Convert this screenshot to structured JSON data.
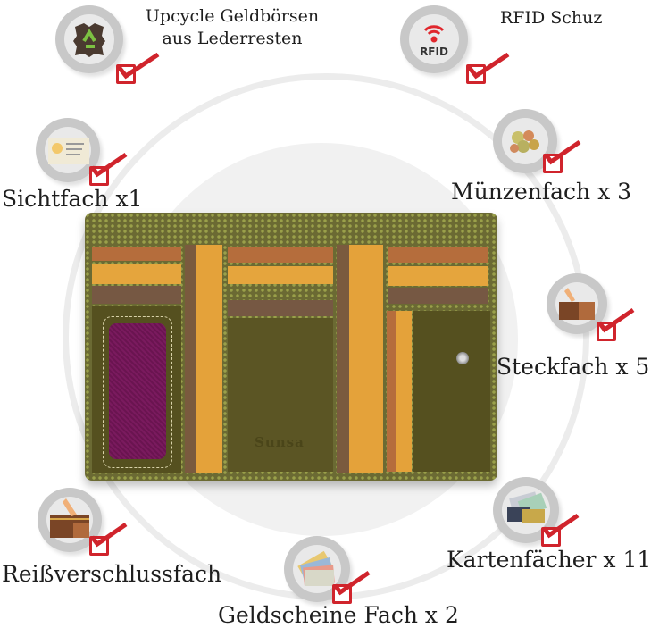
{
  "features": [
    {
      "id": "upcycle",
      "label_lines": [
        "Upcycle Geldbörsen",
        "aus Lederresten"
      ],
      "icon": "leather-recycle-icon"
    },
    {
      "id": "rfid",
      "label": "RFID Schuz",
      "icon": "rfid-icon",
      "icon_text": "RFID"
    },
    {
      "id": "sichtfach",
      "label": "Sichtfach x1",
      "icon": "id-card-icon"
    },
    {
      "id": "muenzenfach",
      "label": "Münzenfach x 3",
      "icon": "coins-icon"
    },
    {
      "id": "steckfach",
      "label": "Steckfach x 5",
      "icon": "wallet-pocket-icon"
    },
    {
      "id": "reissverschluss",
      "label": "Reißverschlussfach",
      "icon": "zipper-wallet-icon"
    },
    {
      "id": "geldscheine",
      "label": "Geldscheine Fach x 2",
      "icon": "banknotes-icon"
    },
    {
      "id": "kartenfaecher",
      "label": "Kartenfächer x 11",
      "icon": "credit-cards-icon"
    }
  ],
  "product": {
    "brand_emboss": "Sunsa"
  },
  "colors": {
    "check_red": "#d0242c",
    "wallet_olive": "#5e5a26",
    "slot_tan": "#b8703a",
    "slot_yellow": "#e6a83a",
    "slot_brown": "#7a5a3e",
    "window_purple": "#7a1a5e"
  }
}
